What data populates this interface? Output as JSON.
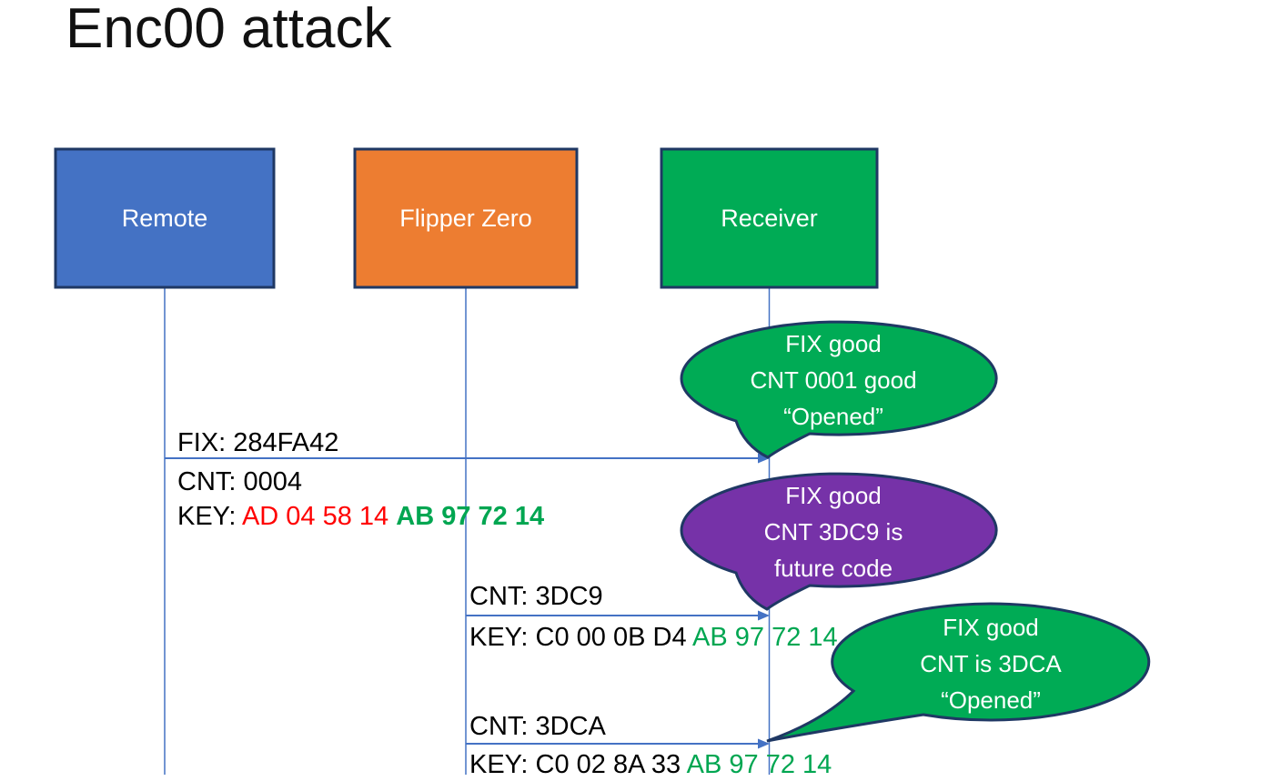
{
  "title": "Enc00 attack",
  "actors": [
    {
      "label": "Remote"
    },
    {
      "label": "Flipper Zero"
    },
    {
      "label": "Receiver"
    }
  ],
  "messages": {
    "m1": {
      "fix": "FIX: 284FA42",
      "cnt": "CNT: 0004",
      "key_label": "KEY: ",
      "key_red": "AD 04 58 14 ",
      "key_green": "AB 97 72 14"
    },
    "m2": {
      "cnt": "CNT: 3DC9",
      "key_black": "KEY: C0 00 0B D4 ",
      "key_green": "AB 97 72 14"
    },
    "m3": {
      "cnt": "CNT: 3DCA",
      "key_black": "KEY: C0 02 8A 33 ",
      "key_green": "AB 97 72 14"
    }
  },
  "bubbles": {
    "b1": {
      "line1": "FIX good",
      "line2": "CNT 0001 good",
      "line3": "“Opened”"
    },
    "b2": {
      "line1": "FIX good",
      "line2": "CNT 3DC9 is",
      "line3": "future code"
    },
    "b3": {
      "line1": "FIX good",
      "line2": "CNT is 3DCA",
      "line3": "“Opened”"
    }
  },
  "colors": {
    "remote_fill": "#4472C4",
    "flipper_fill": "#ED7D31",
    "receiver_fill": "#00AB55",
    "bubble_green": "#00AB55",
    "bubble_purple": "#7632A8",
    "outline": "#1F3864",
    "connector": "#4472C4",
    "key_red_text": "#FF0000",
    "key_green_text": "#00A651"
  }
}
